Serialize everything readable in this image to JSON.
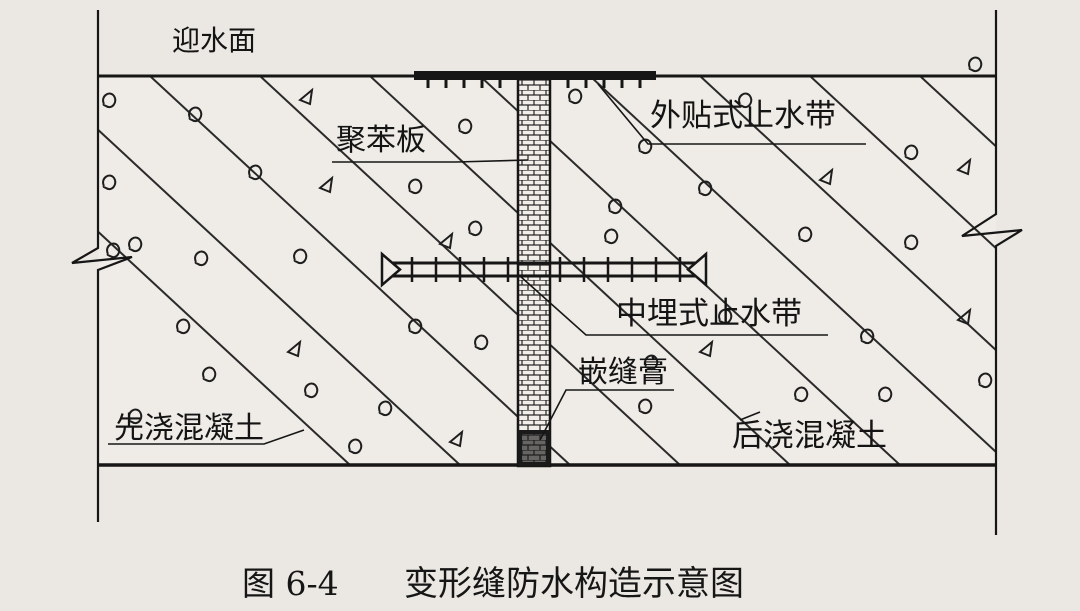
{
  "labels": {
    "upstream_face": "迎水面",
    "polystyrene_board": "聚苯板",
    "external_waterstop": "外贴式止水带",
    "embedded_waterstop": "中埋式止水带",
    "sealant": "嵌缝膏",
    "first_pour_concrete": "先浇混凝土",
    "second_pour_concrete": "后浇混凝土"
  },
  "caption": {
    "figure_number": "图 6-4",
    "title": "变形缝防水构造示意图"
  },
  "colors": {
    "ink": "#161616",
    "paper": "#ebe8e3",
    "hatch": "#2a2a2a"
  }
}
